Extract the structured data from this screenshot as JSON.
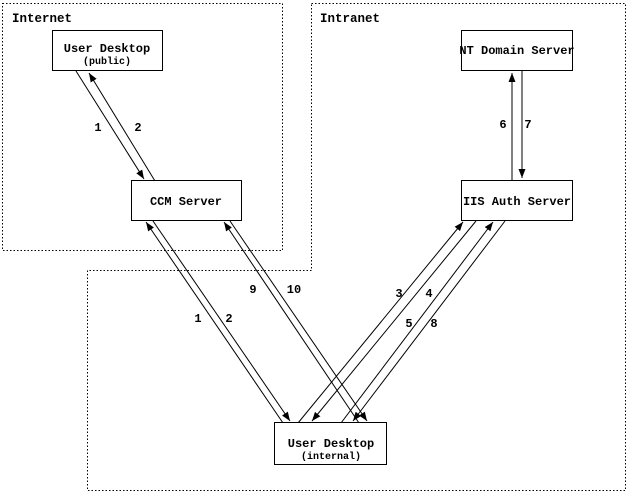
{
  "diagram": {
    "regions": [
      {
        "name": "internet",
        "label": "Internet"
      },
      {
        "name": "intranet",
        "label": "Intranet"
      }
    ],
    "nodes": [
      {
        "name": "user-desktop-public",
        "label": "User Desktop",
        "sublabel": "(public)",
        "region": "Internet"
      },
      {
        "name": "nt-domain-server",
        "label": "NT Domain Server",
        "sublabel": "",
        "region": "Intranet"
      },
      {
        "name": "ccm-server",
        "label": "CCM Server",
        "sublabel": "",
        "region": "Internet"
      },
      {
        "name": "iis-auth-server",
        "label": "IIS Auth Server",
        "sublabel": "",
        "region": "Intranet"
      },
      {
        "name": "user-desktop-internal",
        "label": "User Desktop",
        "sublabel": "(internal)",
        "region": "Intranet"
      }
    ],
    "steps": [
      {
        "label": "1",
        "from": "User Desktop (public)",
        "to": "CCM Server"
      },
      {
        "label": "2",
        "from": "CCM Server",
        "to": "User Desktop (public)"
      },
      {
        "label": "1",
        "from": "User Desktop (internal)",
        "to": "CCM Server"
      },
      {
        "label": "2",
        "from": "CCM Server",
        "to": "User Desktop (internal)"
      },
      {
        "label": "3",
        "from": "User Desktop (internal)",
        "to": "IIS Auth Server"
      },
      {
        "label": "4",
        "from": "IIS Auth Server",
        "to": "User Desktop (internal)"
      },
      {
        "label": "5",
        "from": "User Desktop (internal)",
        "to": "IIS Auth Server"
      },
      {
        "label": "6",
        "from": "IIS Auth Server",
        "to": "NT Domain Server"
      },
      {
        "label": "7",
        "from": "NT Domain Server",
        "to": "IIS Auth Server"
      },
      {
        "label": "8",
        "from": "IIS Auth Server",
        "to": "User Desktop (internal)"
      },
      {
        "label": "9",
        "from": "User Desktop (internal)",
        "to": "CCM Server"
      },
      {
        "label": "10",
        "from": "CCM Server",
        "to": "User Desktop (internal)"
      }
    ],
    "colors": {
      "line": "#000000",
      "background": "#ffffff",
      "box_fill": "#ffffff"
    }
  }
}
